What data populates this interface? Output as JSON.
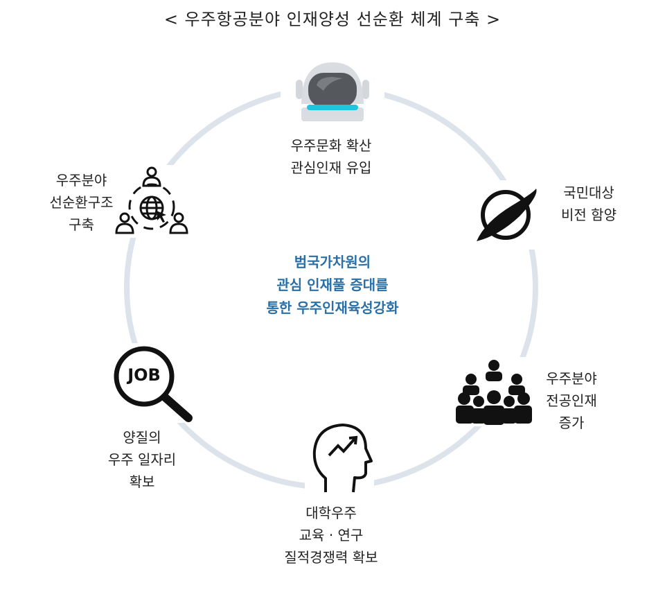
{
  "title": "< 우주항공분야 인재양성 선순환 체계 구축 >",
  "center_text": [
    "범국가차원의",
    "관심 인재풀 증대를",
    "통한 우주인재육성강화"
  ],
  "nodes": [
    {
      "icon": "astronaut-icon",
      "lines": [
        "우주문화 확산",
        "관심인재 유입"
      ]
    },
    {
      "icon": "planet-icon",
      "lines": [
        "국민대상",
        "비전 함양"
      ]
    },
    {
      "icon": "people-group-icon",
      "lines": [
        "우주분야",
        "전공인재",
        "증가"
      ]
    },
    {
      "icon": "head-growth-icon",
      "lines": [
        "대학우주",
        "교육 · 연구",
        "질적경쟁력 확보"
      ]
    },
    {
      "icon": "job-search-icon",
      "lines": [
        "양질의",
        "우주 일자리",
        "확보"
      ],
      "job_text": "JOB"
    },
    {
      "icon": "network-people-icon",
      "lines": [
        "우주분야",
        "선순환구조",
        "구축"
      ]
    }
  ],
  "colors": {
    "ring": "#dde3ea",
    "center_text": "#2a6fa6",
    "visor_band": "#22c3e0"
  }
}
